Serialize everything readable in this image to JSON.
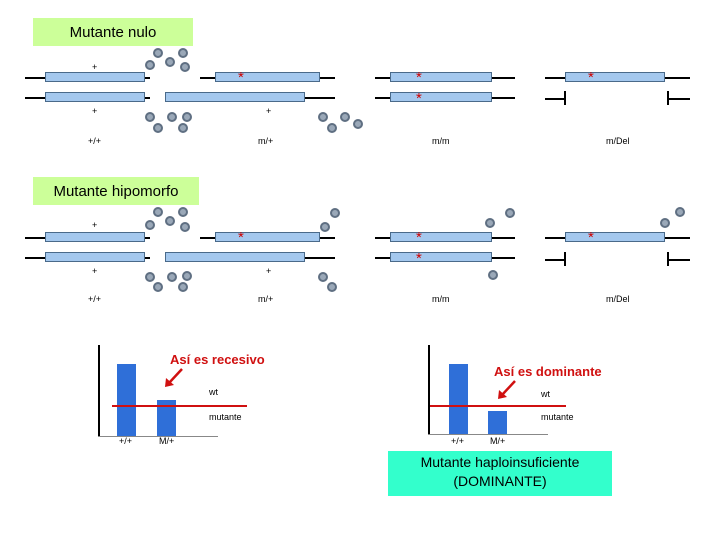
{
  "sections": {
    "null_title": "Mutante nulo",
    "hypo_title": "Mutante hipomorfo"
  },
  "marks": {
    "plus": "+",
    "star": "*"
  },
  "genotypes": {
    "wt": "+/+",
    "het": "m/+",
    "homo": "m/m",
    "del": "m/Del"
  },
  "graphs": {
    "recessive": {
      "title": "Así es recesivo",
      "wt_label": "wt",
      "mutant_label": "mutante",
      "x_labels": [
        "+/+",
        "M/+"
      ]
    },
    "dominant": {
      "title": "Así es dominante",
      "wt_label": "wt",
      "mutant_label": "mutante",
      "x_labels": [
        "+/+",
        "M/+"
      ]
    }
  },
  "note": {
    "line1": "Mutante haploinsuficiente",
    "line2": "(DOMINANTE)"
  },
  "colors": {
    "title_bg": "#ccff99",
    "gene_fill": "#a4c8ee",
    "mutation": "#d00000",
    "bar": "#2f6fd8",
    "threshold": "#d01010",
    "note_bg": "#33ffcc"
  }
}
